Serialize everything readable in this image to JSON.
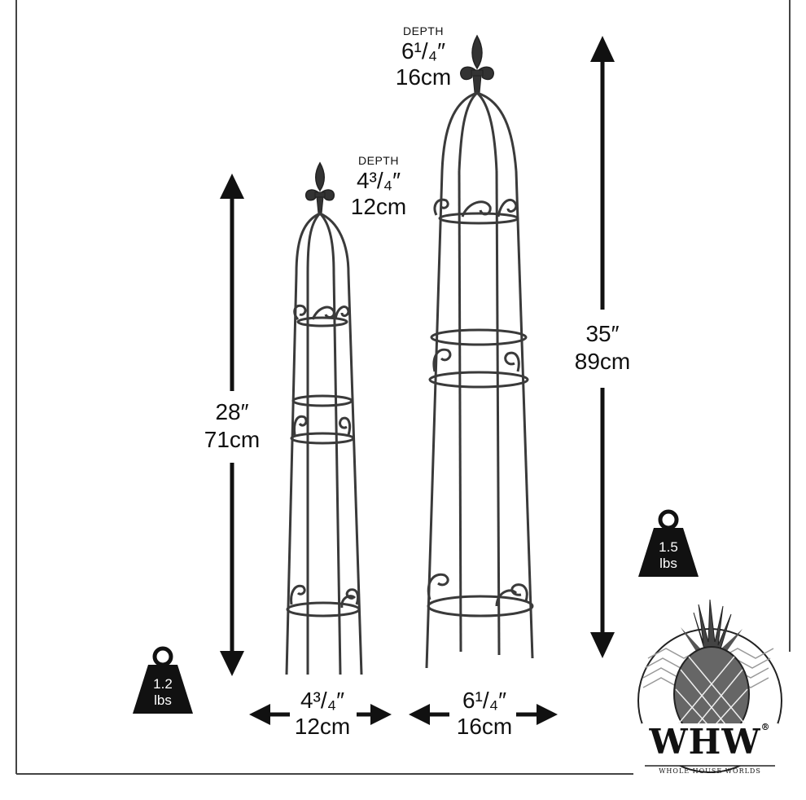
{
  "small_obelisk": {
    "depth_caption": "DEPTH",
    "depth_in": "4³/₄″",
    "depth_cm": "12cm",
    "height_in": "28″",
    "height_cm": "71cm",
    "width_in": "4³/₄″",
    "width_cm": "12cm",
    "weight_value": "1.2",
    "weight_unit": "lbs"
  },
  "large_obelisk": {
    "depth_caption": "DEPTH",
    "depth_in": "6¹/₄″",
    "depth_cm": "16cm",
    "height_in": "35″",
    "height_cm": "89cm",
    "width_in": "6¹/₄″",
    "width_cm": "16cm",
    "weight_value": "1.5",
    "weight_unit": "lbs"
  },
  "logo": {
    "monogram": "WHW",
    "brand_name": "WHOLE HOUSE WORLDS",
    "registered_mark": "®"
  },
  "colors": {
    "ink": "#111111",
    "frame": "#333333",
    "background": "#ffffff"
  },
  "icons": [
    "weight-icon",
    "fleur-de-lis-finial-icon",
    "pineapple-icon",
    "arrow-icon"
  ]
}
